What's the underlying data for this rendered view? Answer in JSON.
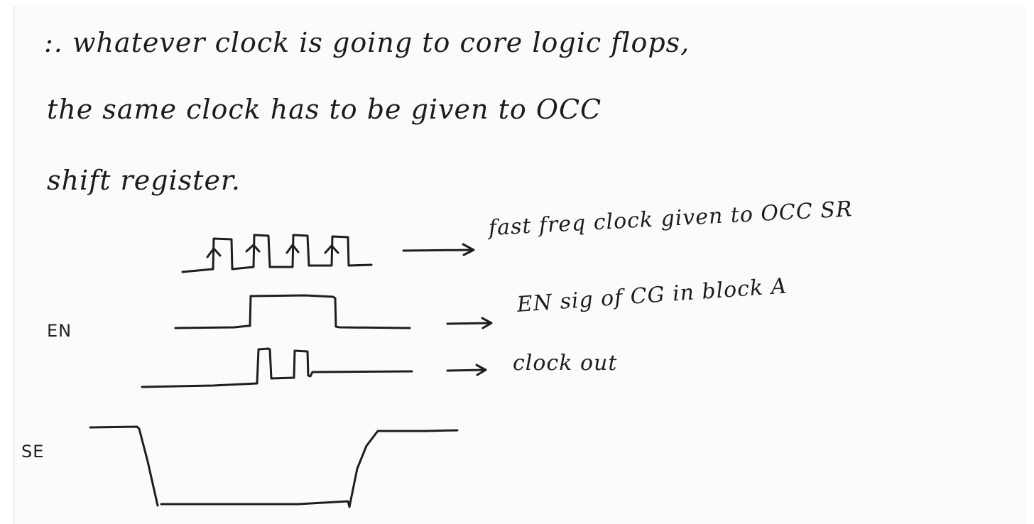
{
  "notes": {
    "line1": ":. whatever clock is going to core logic flops,",
    "line2": "the same clock has to be given to OCC",
    "line3": "shift register."
  },
  "signals": {
    "fast_clock": {
      "label": "",
      "annotation": "fast freq clock given to OCC SR",
      "pulses": 4,
      "rising_edge_arrows": true
    },
    "en": {
      "label": "EN",
      "annotation": "EN sig of CG in block A",
      "pulses": 1
    },
    "clock_out": {
      "label": "",
      "annotation": "clock out",
      "pulses": 2
    },
    "se": {
      "label": "SE",
      "annotation": "",
      "shape": "high-low-high"
    }
  },
  "colors": {
    "ink": "#1e1e1e",
    "paper": "#fbfbfb"
  }
}
